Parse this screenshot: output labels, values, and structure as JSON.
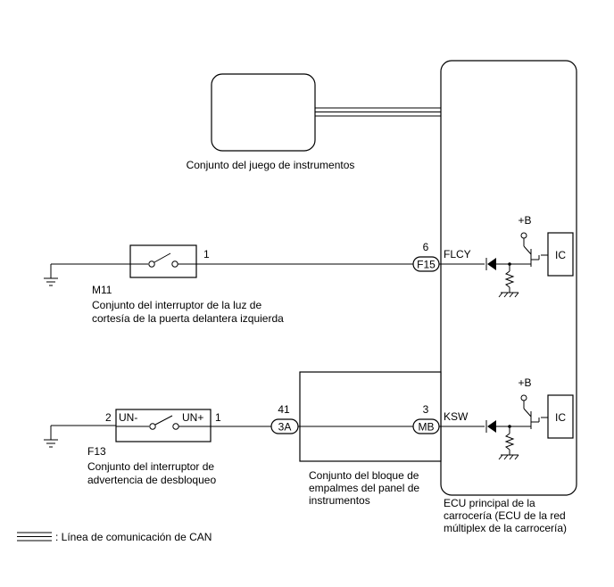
{
  "components": {
    "instrument_cluster": {
      "label": "Conjunto del juego de instrumentos"
    },
    "ecu": {
      "label_line1": "ECU principal de la",
      "label_line2": "carrocería (ECU de la red",
      "label_line3": "múltiplex de la carrocería)"
    },
    "junction_block": {
      "label_line1": "Conjunto del bloque de",
      "label_line2": "empalmes del panel de",
      "label_line3": "instrumentos"
    },
    "courtesy_switch": {
      "code": "M11",
      "label_line1": "Conjunto del interruptor de la luz de",
      "label_line2": "cortesía de la puerta delantera izquierda",
      "pin": "1"
    },
    "unlock_switch": {
      "code": "F13",
      "label_line1": "Conjunto del interruptor de",
      "label_line2": "advertencia de desbloqueo",
      "pin_left": "2",
      "pin_right": "1",
      "term_left": "UN-",
      "term_right": "UN+"
    }
  },
  "connectors": {
    "f15": {
      "pin": "6",
      "code": "F15",
      "signal": "FLCY"
    },
    "mb": {
      "pin": "3",
      "code": "MB",
      "signal": "KSW"
    },
    "a3": {
      "pin": "41",
      "code": "3A"
    }
  },
  "ecu_internal": {
    "supply": "+B",
    "ic": "IC"
  },
  "legend": {
    "text": ": Línea de comunicación de CAN"
  }
}
